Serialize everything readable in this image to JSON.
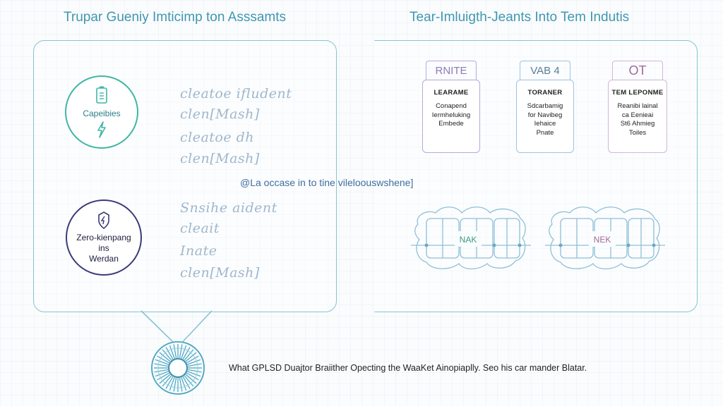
{
  "header": {
    "left_title": "Trupar Gueniy Imticimp ton Asssamts",
    "right_title": "Tear-Imluigth-Jeants Into Tem Indutis"
  },
  "left_panel": {
    "capabilities_label": "Capeibies",
    "zero_lines": [
      "Zero-kienpang",
      "ins",
      "Werdan"
    ],
    "handwriting_top": [
      "cleatoe ifludent",
      "clen[Mash]",
      "cleatoe dh",
      "clen[Mash]"
    ],
    "handwriting_bottom": [
      "Snsihe aident",
      "cleait",
      "Inate",
      "clen[Mash]"
    ]
  },
  "middle_text": "@La occase in to tine vileloouswshene]",
  "cards": [
    {
      "tab": "RNITE",
      "head": "LEARAME",
      "lines": [
        "Conapend",
        "Iermheluking",
        "Embede"
      ],
      "color": "#b9a8e0"
    },
    {
      "tab": "VAB 4",
      "head": "TORANER",
      "lines": [
        "Sdcarbamig",
        "for Navibeg",
        "Iehaice",
        "Pnate"
      ],
      "color": "#9ec4e2"
    },
    {
      "tab": "OT",
      "head": "TEM LEPONME",
      "lines": [
        "Reanibi lainal",
        "ca Eenieai",
        "St6 Ahmieg",
        "Toiles"
      ],
      "color": "#d4b6d8"
    }
  ],
  "networks": [
    {
      "label": "NAK",
      "color": "#3a9a8a"
    },
    {
      "label": "NEK",
      "color": "#a06a9a"
    }
  ],
  "bottom_caption": "What GPLSD Duajtor Braiither Opecting the WaaKet Ainopiaplly. Seo his car mander Blatar.",
  "colors": {
    "accent": "#3f97b0",
    "teal": "#3fb6a6",
    "navy": "#3c3a78",
    "panel_border": "#86c3d3"
  }
}
